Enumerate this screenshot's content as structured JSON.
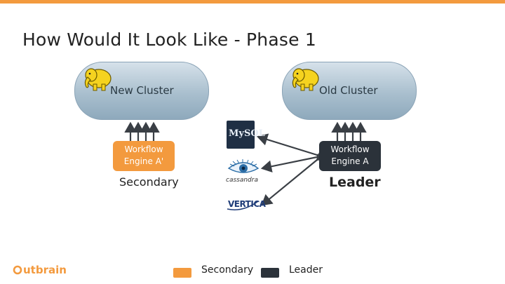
{
  "slide": {
    "title": "How Would It Look Like - Phase 1",
    "brand_text": "utbrain"
  },
  "clusters": {
    "new": {
      "label": "New Cluster"
    },
    "old": {
      "label": "Old Cluster"
    }
  },
  "engines": {
    "new": {
      "line1": "Workflow",
      "line2": "Engine A'",
      "role": "Secondary"
    },
    "old": {
      "line1": "Workflow",
      "line2": "Engine A",
      "role": "Leader"
    }
  },
  "databases": {
    "mysql": {
      "text": "MySQL",
      "icon": "mysql-logo"
    },
    "cassandra": {
      "text": "cassandra",
      "icon": "cassandra-eye-logo"
    },
    "vertica": {
      "text": "VERTICA",
      "icon": "vertica-logo"
    }
  },
  "legend": {
    "secondary": {
      "label": "Secondary",
      "color": "#F39A3E"
    },
    "leader": {
      "label": "Leader",
      "color": "#2b323a"
    }
  },
  "colors": {
    "accent": "#F39A3E",
    "dark": "#2b323a",
    "arrow": "#3a3f45"
  }
}
